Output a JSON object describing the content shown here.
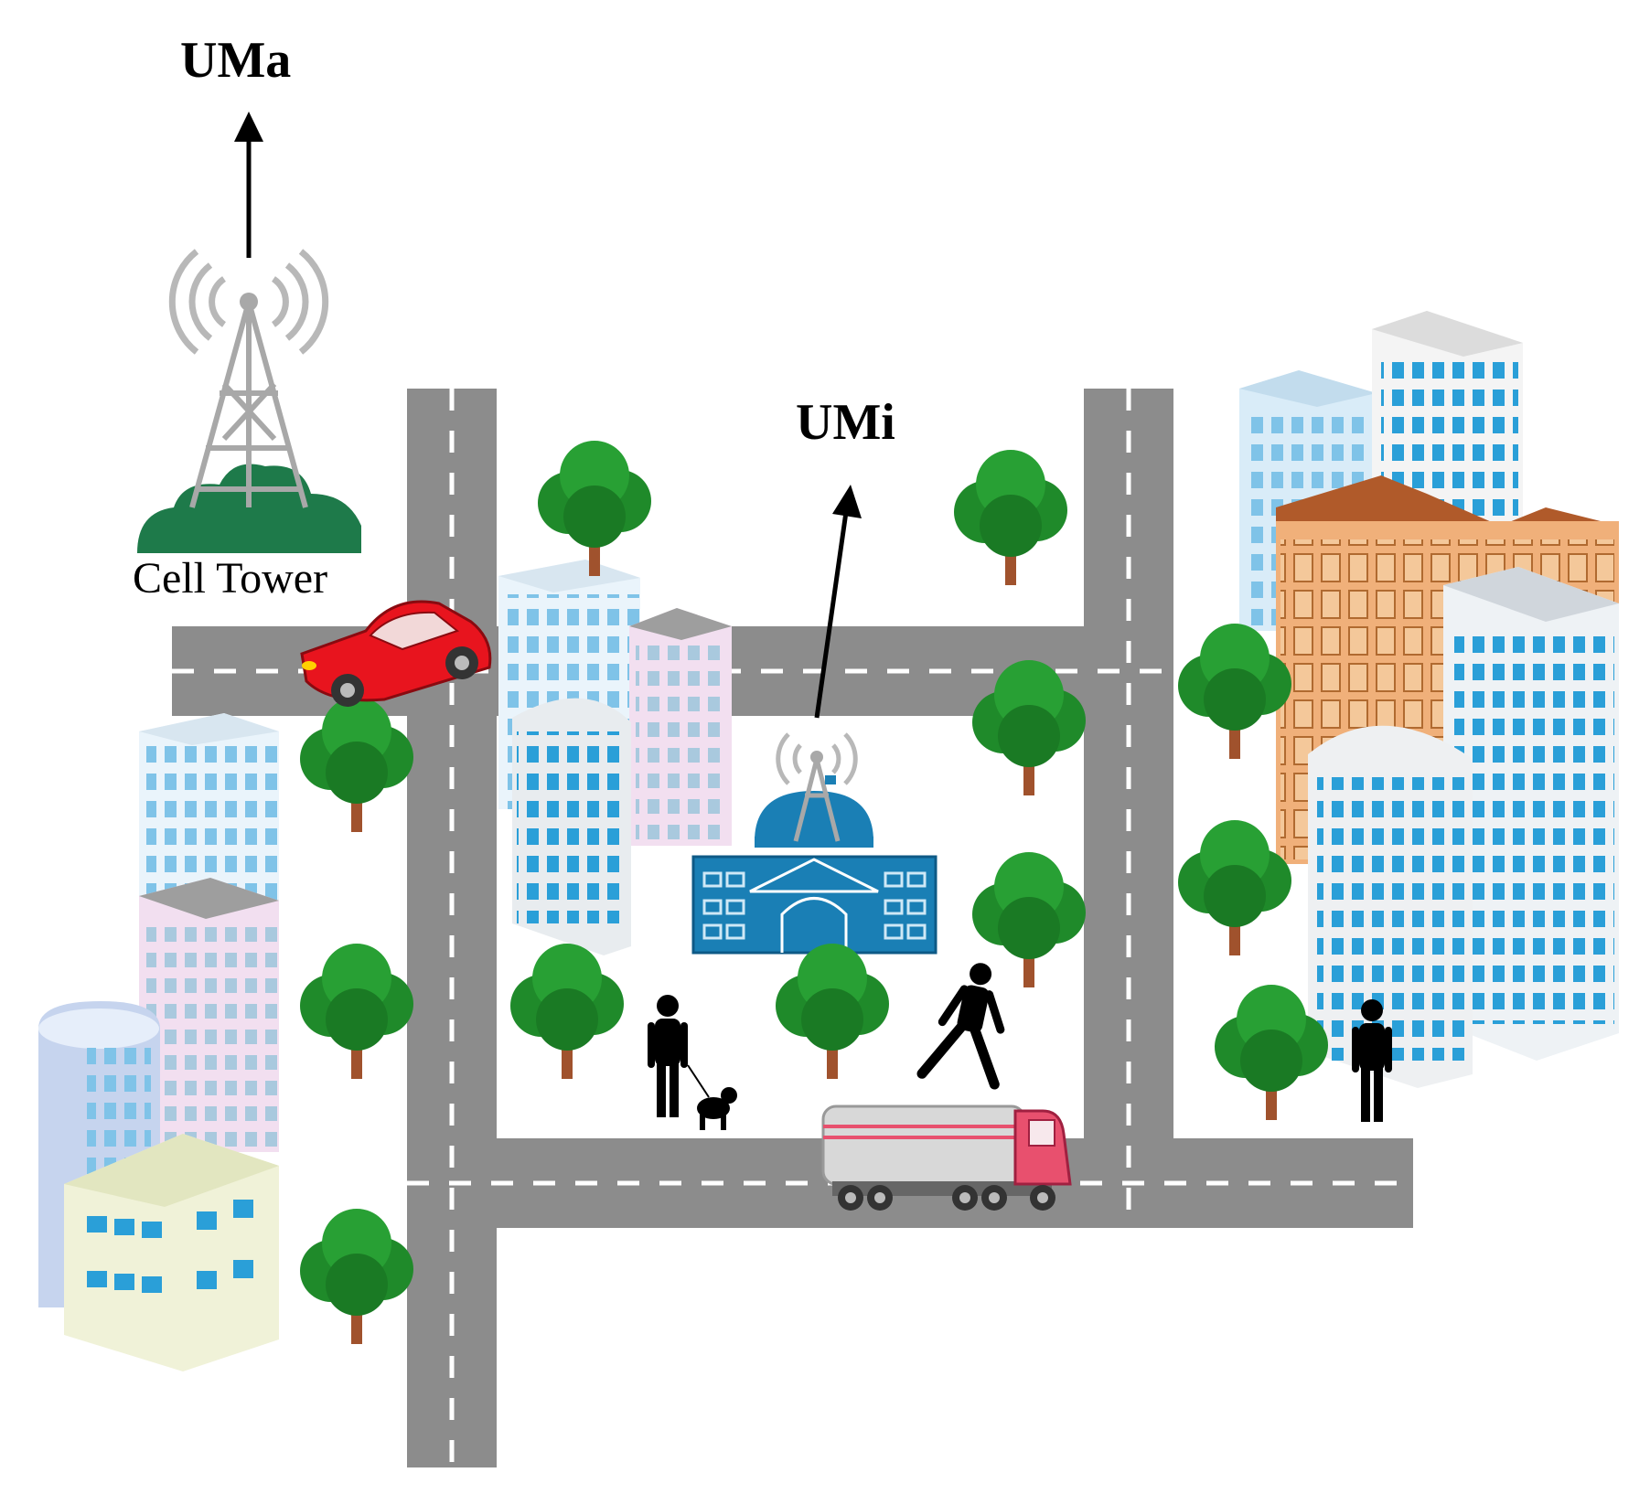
{
  "labels": {
    "uma": "UMa",
    "umi": "UMi",
    "cell_tower": "Cell Tower"
  },
  "colors": {
    "road": "#8c8c8c",
    "road_marking": "#ffffff",
    "tree_foliage": "#1f8a2a",
    "tree_trunk": "#a0522d",
    "hill": "#1e7a4a",
    "tower": "#a8a8a8",
    "signal_arc": "#b8b8b8",
    "car": "#e8141e",
    "truck_cab": "#e8506e",
    "truck_tank": "#d8d8d8",
    "small_cell_building": "#1a7fb5",
    "glass": "#2a9fd8",
    "brick": "#e8a66c",
    "pedestrian": "#000000",
    "arrow": "#000000"
  },
  "icons": [
    "cell-tower-icon",
    "signal-icon",
    "car-icon",
    "truck-icon",
    "tree-icon",
    "pedestrian-icon",
    "dog-icon",
    "building-icon"
  ]
}
